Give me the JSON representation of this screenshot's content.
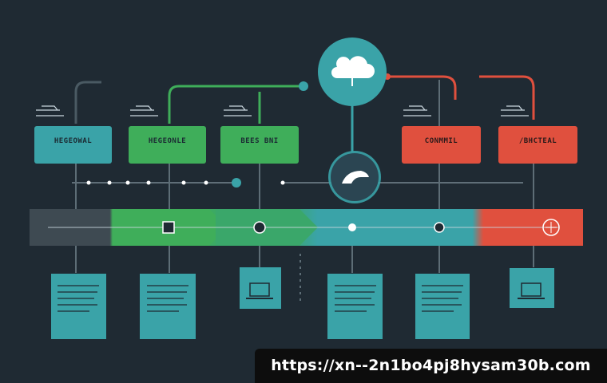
{
  "colors": {
    "background": "#1f2a33",
    "teal": "#3aa3a8",
    "green": "#3fae5a",
    "red": "#e0503e",
    "slate": "#3e4a52",
    "line": "#9fb3bd"
  },
  "top_nodes": [
    {
      "label": "HEGEOWAL",
      "caption": "",
      "color": "teal"
    },
    {
      "label": "HEGEONLE",
      "caption": "",
      "color": "green"
    },
    {
      "label": "BEES BNI",
      "caption": "",
      "color": "green"
    },
    {
      "label": "CONMMIL",
      "caption": "",
      "color": "red"
    },
    {
      "label": "/BHCTEAL",
      "caption": "",
      "color": "red"
    }
  ],
  "cloud_icon": "cloud-icon",
  "hub_icon": "hub-icon",
  "pipeline_icons": [
    "document-icon",
    "gear-icon",
    "search-icon",
    "node-icon",
    "globe-icon"
  ],
  "bottom_items": [
    {
      "type": "document",
      "icon": "document-icon"
    },
    {
      "type": "document",
      "icon": "document-icon"
    },
    {
      "type": "laptop",
      "icon": "laptop-icon"
    },
    {
      "type": "document",
      "icon": "document-icon"
    },
    {
      "type": "document",
      "icon": "document-icon"
    },
    {
      "type": "laptop",
      "icon": "laptop-icon"
    }
  ],
  "url_banner": "https://xn--2n1bo4pj8hysam30b.com"
}
